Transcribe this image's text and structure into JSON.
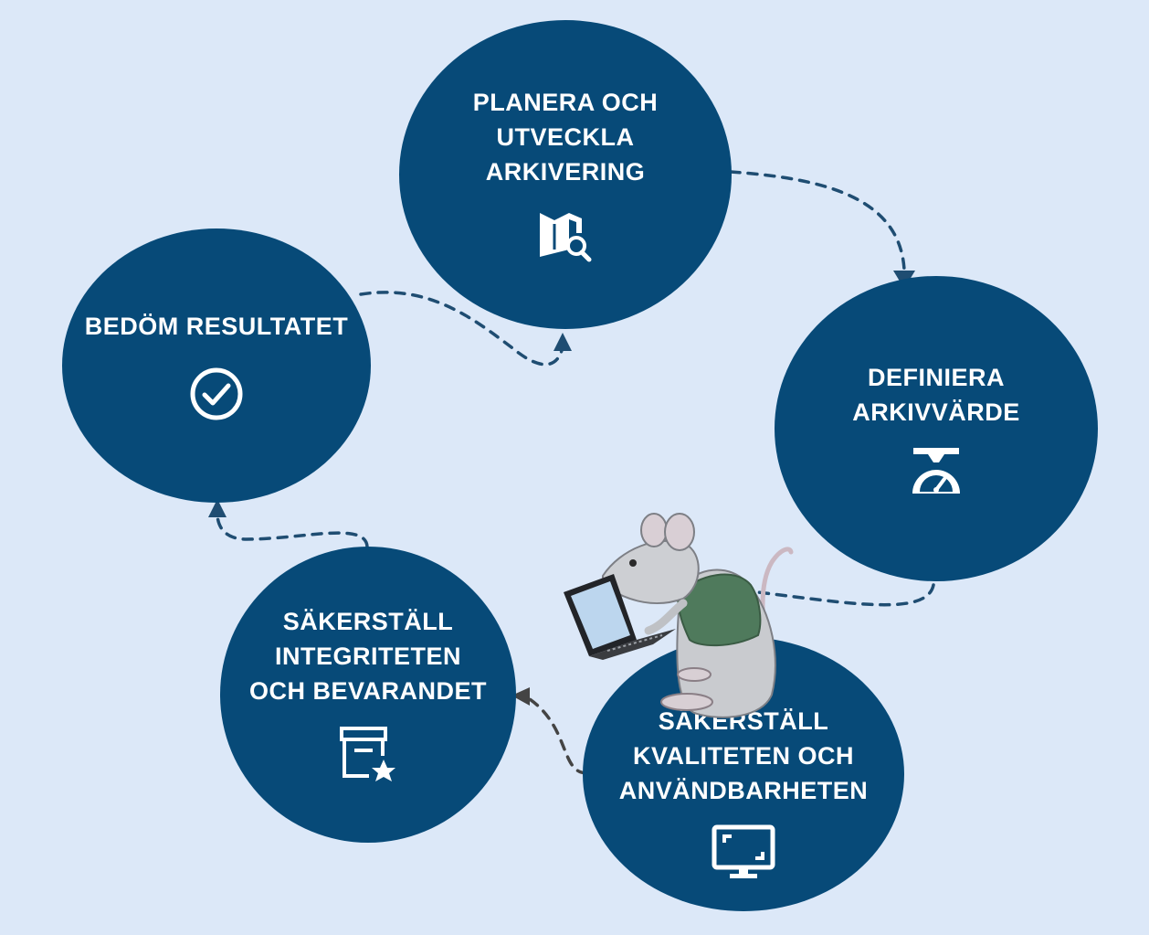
{
  "diagram": {
    "title": "",
    "steps": [
      {
        "id": "plan",
        "label": "PLANERA OCH\nUTVECKLA\nARKIVERING",
        "icon": "map-search-icon"
      },
      {
        "id": "define",
        "label": "DEFINIERA\nARKIVVÄRDE",
        "icon": "scale-gauge-icon"
      },
      {
        "id": "quality",
        "label": "SÄKERSTÄLL\nKVALITETEN OCH\nANVÄNDBARHETEN",
        "icon": "monitor-icon"
      },
      {
        "id": "integrity",
        "label": "SÄKERSTÄLL\nINTEGRITETEN\nOCH BEVARANDET",
        "icon": "archive-star-icon"
      },
      {
        "id": "assess",
        "label": "BEDÖM RESULTATET",
        "icon": "check-circle-icon"
      }
    ],
    "flow": [
      "plan",
      "define",
      "quality",
      "integrity",
      "assess",
      "plan"
    ],
    "illustration": "mouse-with-laptop",
    "colors": {
      "background": "#dce8f8",
      "node": "#074a78",
      "arrow": "#1f4d72",
      "text": "#ffffff"
    }
  }
}
